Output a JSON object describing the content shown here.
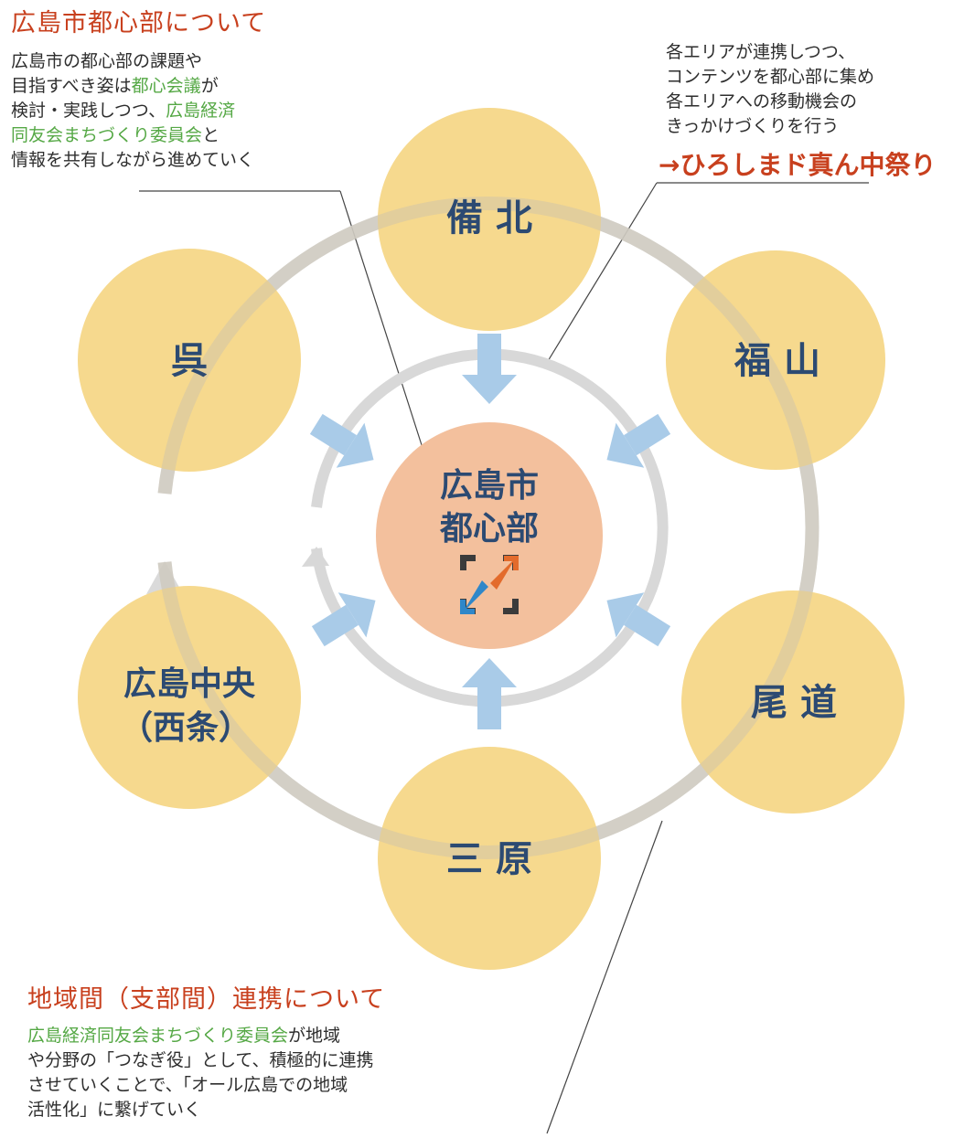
{
  "top_left": {
    "heading": "広島市都心部について",
    "lines": [
      [
        {
          "t": "広島市の都心部の課題や",
          "c": "normal"
        }
      ],
      [
        {
          "t": "目指すべき姿は",
          "c": "normal"
        },
        {
          "t": "都心会議",
          "c": "green"
        },
        {
          "t": "が",
          "c": "normal"
        }
      ],
      [
        {
          "t": "検討・実践しつつ、",
          "c": "normal"
        },
        {
          "t": "広島経済",
          "c": "green"
        }
      ],
      [
        {
          "t": "同友会まちづくり委員会",
          "c": "green"
        },
        {
          "t": "と",
          "c": "normal"
        }
      ],
      [
        {
          "t": "情報を共有しながら進めていく",
          "c": "normal"
        }
      ]
    ]
  },
  "top_right": {
    "lines": [
      "各エリアが連携しつつ、",
      "コンテンツを都心部に集め",
      "各エリアへの移動機会の",
      "きっかけづくりを行う"
    ],
    "highlight": "→ひろしまド真ん中祭り"
  },
  "center": {
    "line1": "広島市",
    "line2": "都心部"
  },
  "regions": {
    "bihoku": "備 北",
    "fukuyama": "福 山",
    "onomichi": "尾 道",
    "mihara": "三 原",
    "hiroshima_chuo_1": "広島中央",
    "hiroshima_chuo_2": "（西条）",
    "kure": "呉"
  },
  "bottom_left": {
    "heading": "地域間（支部間）連携について",
    "lines": [
      [
        {
          "t": "広島経済同友会まちづくり委員会",
          "c": "green"
        },
        {
          "t": "が地域",
          "c": "normal"
        }
      ],
      [
        {
          "t": "や分野の「つなぎ役」として、積極的に連携",
          "c": "normal"
        }
      ],
      [
        {
          "t": "させていくことで、「オール広島での地域",
          "c": "normal"
        }
      ],
      [
        {
          "t": "活性化」に繋げていく",
          "c": "normal"
        }
      ]
    ]
  },
  "colors": {
    "region_fill": "#f6d98e",
    "center_fill": "#f3c09d",
    "arrow_blue": "#a9cbe8",
    "ring_gray": "#d4d4d4",
    "heading_red": "#c8401e",
    "green_text": "#55a845",
    "label_navy": "#2c4a72",
    "logo_orange": "#e36b2c",
    "logo_blue": "#2f87c9",
    "logo_dark": "#3b3b3b"
  }
}
